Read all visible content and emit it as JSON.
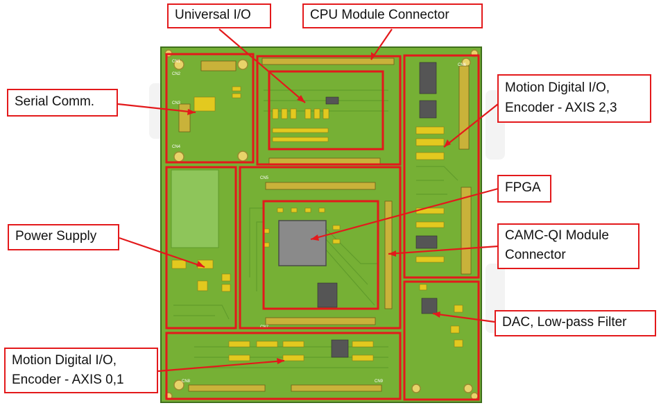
{
  "colors": {
    "board": "#76b035",
    "board_dark": "#4f8a25",
    "trace": "#5f9a2b",
    "pad": "#e3c91f",
    "chip": "#8a8a8a",
    "callout": "#e3191b",
    "label_bg": "#ffffff"
  },
  "board": {
    "silkscreen": [
      "CN1",
      "CN2",
      "CN3",
      "CN4",
      "CN5",
      "CN6",
      "CN7",
      "CN8",
      "CN9"
    ]
  },
  "labels": {
    "universal_io": "Universal I/O",
    "cpu_module_connector": "CPU Module Connector",
    "serial_comm": "Serial Comm.",
    "motion_io_23_line1": "Motion Digital I/O,",
    "motion_io_23_line2": "Encoder - AXIS 2,3",
    "fpga": "FPGA",
    "power_supply": "Power Supply",
    "camc_line1": "CAMC-QI Module",
    "camc_line2": "Connector",
    "dac": "DAC, Low-pass Filter",
    "motion_io_01_line1": "Motion Digital I/O,",
    "motion_io_01_line2": "Encoder - AXIS 0,1"
  }
}
